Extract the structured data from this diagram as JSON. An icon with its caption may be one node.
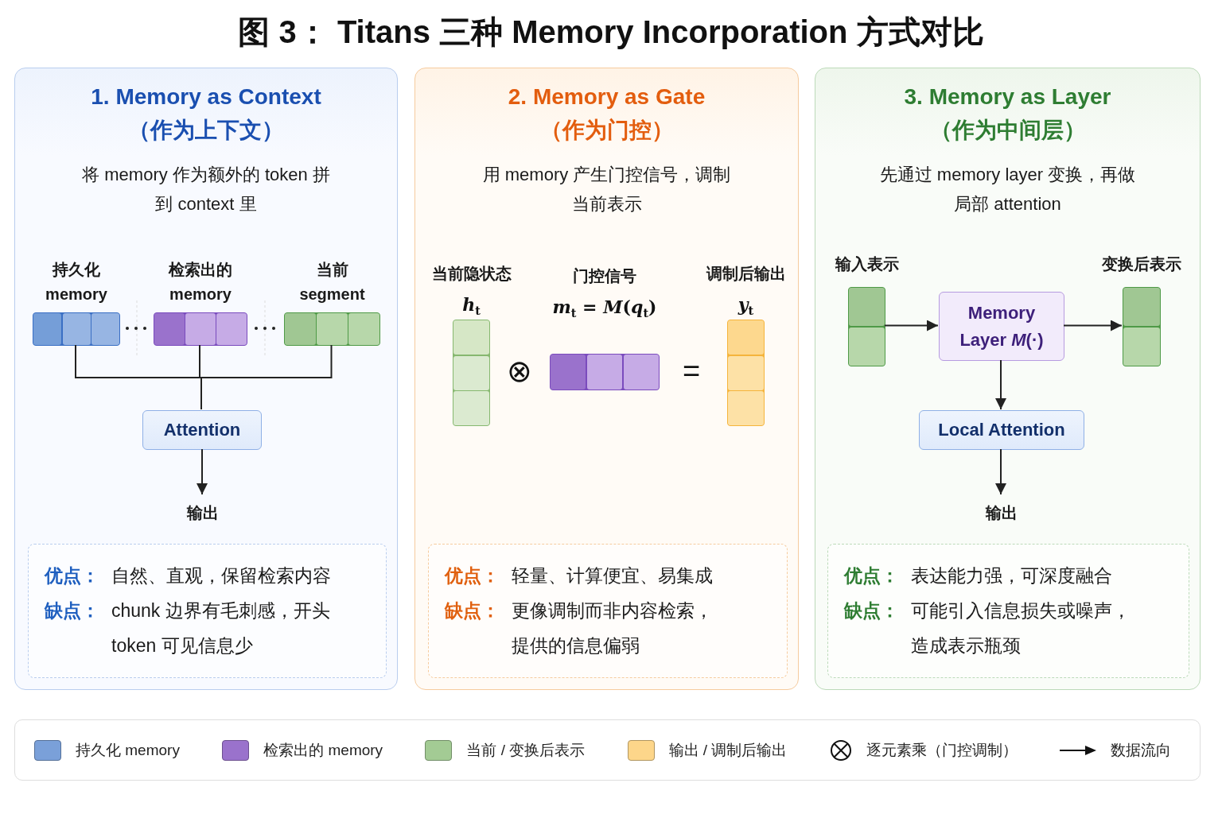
{
  "diagram": {
    "title": "图 3： Titans 三种 Memory Incorporation 方式对比",
    "nodes": [
      {
        "text": [
          "1. Memory as Context",
          "（作为上下文）",
          "将 memory 作为额外的 token 拼到 context 里"
        ]
      },
      {
        "text": [
          "持久化 memory"
        ],
        "in": 0
      },
      {
        "text": [
          "检索出的 memory"
        ],
        "in": 0
      },
      {
        "text": [
          "当前 segment"
        ],
        "in": 0
      },
      {
        "text": [
          "Attention"
        ],
        "in": 0
      },
      {
        "text": [
          "输出"
        ],
        "in": 0
      },
      {
        "text": [
          "优点：",
          "自然、直观，保留检索内容",
          "缺点：",
          "chunk 边界有毛刺感，开头 token 可见信息少"
        ],
        "in": 0
      },
      {
        "text": [
          "2. Memory as Gate",
          "（作为门控）",
          "用 memory 产生门控信号，调制当前表示"
        ]
      },
      {
        "text": [
          "当前隐状态",
          "*h*$_{t}$"
        ],
        "in": 7
      },
      {
        "text": [
          "门控信号",
          "*m*$_{t}$ = *M*(*q*$_{t}$)"
        ],
        "in": 7
      },
      {
        "text": [
          "调制后输出",
          "*y*$_{t}$"
        ],
        "in": 7
      },
      {
        "text": [
          "优点：",
          "轻量、计算便宜、易集成",
          "缺点：",
          "更像调制而非内容检索，提供的信息偏弱"
        ],
        "in": 7
      },
      {
        "text": [
          "3. Memory as Layer",
          "（作为中间层）",
          "先通过 memory layer 变换，再做局部 attention"
        ]
      },
      {
        "text": [
          "输入表示"
        ],
        "in": 12
      },
      {
        "text": [
          "Memory Layer *M*(·)"
        ],
        "in": 12
      },
      {
        "text": [
          "变换后表示"
        ],
        "in": 12
      },
      {
        "text": [
          "Local Attention"
        ],
        "in": 12
      },
      {
        "text": [
          "输出"
        ],
        "in": 12
      },
      {
        "text": [
          "优点：",
          "表达能力强，可深度融合",
          "缺点：",
          "可能引入信息损失或噪声，造成表示瓶颈"
        ],
        "in": 12
      }
    ],
    "edges": [
      {
        "from": 1,
        "to": 4,
        "arrow": "none"
      },
      {
        "from": 2,
        "to": 4,
        "arrow": "none"
      },
      {
        "from": 3,
        "to": 4,
        "arrow": "none"
      },
      {
        "from": 4,
        "to": 5,
        "arrow": "to"
      },
      {
        "from": 13,
        "to": 14,
        "arrow": "to"
      },
      {
        "from": 14,
        "to": 15,
        "arrow": "to"
      },
      {
        "from": 14,
        "to": 16,
        "arrow": "to"
      },
      {
        "from": 16,
        "to": 17,
        "arrow": "to"
      }
    ],
    "labels": [
      "⊗",
      "="
    ],
    "legend": [
      {
        "text": "持久化 memory",
        "color": "#7aa0d9"
      },
      {
        "text": "检索出的 memory",
        "color": "#9a72cc"
      },
      {
        "text": "当前 / 变换后表示",
        "color": "#a3cb94"
      },
      {
        "text": "输出 / 调制后输出",
        "color": "#fdd68a"
      },
      {
        "text": "逐元素乘（门控调制）"
      },
      {
        "text": "数据流向"
      }
    ]
  }
}
